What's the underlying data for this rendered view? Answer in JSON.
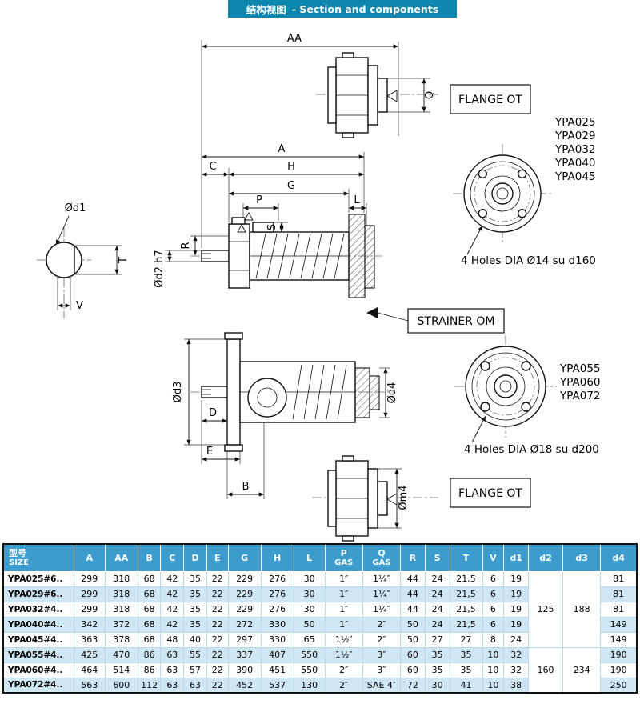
{
  "colors": {
    "banner": "#0e86ae",
    "table_header": "#3c9ccd",
    "row_alt": "#cfe6f3"
  },
  "header": {
    "title_cn": "结构视图",
    "title_en": "- Section and components"
  },
  "drawing": {
    "dims": {
      "aa": "AA",
      "a": "A",
      "c": "C",
      "h": "H",
      "g": "G",
      "p": "P",
      "l": "L",
      "q": "Q",
      "r": "R",
      "s": "S",
      "t": "T",
      "v": "V",
      "d": "D",
      "e": "E",
      "b": "B",
      "d1": "Ød1",
      "d2": "Ød2 h7",
      "d3": "Ød3",
      "d4": "Ød4",
      "m4": "Øm4"
    },
    "labels": {
      "flange_ot": "FLANGE OT",
      "strainer": "STRAINER OM",
      "holes_small": "4 Holes DIA Ø14 su d160",
      "holes_large": "4 Holes DIA Ø18 su d200"
    },
    "models_small": [
      "YPA025",
      "YPA029",
      "YPA032",
      "YPA040",
      "YPA045"
    ],
    "models_large": [
      "YPA055",
      "YPA060",
      "YPA072"
    ]
  },
  "table": {
    "headers": [
      {
        "t": "型号",
        "b": "SIZE"
      },
      {
        "t": "A"
      },
      {
        "t": "AA"
      },
      {
        "t": "B"
      },
      {
        "t": "C"
      },
      {
        "t": "D"
      },
      {
        "t": "E"
      },
      {
        "t": "G"
      },
      {
        "t": "H"
      },
      {
        "t": "L"
      },
      {
        "t": "P",
        "b": "GAS"
      },
      {
        "t": "Q",
        "b": "GAS"
      },
      {
        "t": "R"
      },
      {
        "t": "S"
      },
      {
        "t": "T"
      },
      {
        "t": "V"
      },
      {
        "t": "d1"
      },
      {
        "t": "d2"
      },
      {
        "t": "d3"
      },
      {
        "t": "d4"
      }
    ],
    "rows": [
      {
        "model": "YPA025#6..",
        "values": [
          "299",
          "318",
          "68",
          "42",
          "35",
          "22",
          "229",
          "276",
          "30",
          "1″",
          "1¼″",
          "44",
          "24",
          "21,5",
          "6",
          "19"
        ],
        "d4": "81"
      },
      {
        "model": "YPA029#6..",
        "values": [
          "299",
          "318",
          "68",
          "42",
          "35",
          "22",
          "229",
          "276",
          "30",
          "1″",
          "1¼″",
          "44",
          "24",
          "21,5",
          "6",
          "19"
        ],
        "d4": "81"
      },
      {
        "model": "YPA032#4..",
        "values": [
          "299",
          "318",
          "68",
          "42",
          "35",
          "22",
          "229",
          "276",
          "30",
          "1″",
          "1¼″",
          "44",
          "24",
          "21,5",
          "6",
          "19"
        ],
        "d4": "81"
      },
      {
        "model": "YPA040#4..",
        "values": [
          "342",
          "372",
          "68",
          "42",
          "35",
          "22",
          "272",
          "330",
          "50",
          "1″",
          "2″",
          "50",
          "24",
          "21,5",
          "6",
          "19"
        ],
        "d4": "149"
      },
      {
        "model": "YPA045#4..",
        "values": [
          "363",
          "378",
          "68",
          "48",
          "40",
          "22",
          "297",
          "330",
          "65",
          "1½″",
          "2″",
          "50",
          "27",
          "27",
          "8",
          "24"
        ],
        "d4": "149"
      },
      {
        "model": "YPA055#4..",
        "values": [
          "425",
          "470",
          "86",
          "63",
          "55",
          "22",
          "337",
          "407",
          "550",
          "1½″",
          "3″",
          "60",
          "35",
          "35",
          "10",
          "32"
        ],
        "d4": "190"
      },
      {
        "model": "YPA060#4..",
        "values": [
          "464",
          "514",
          "86",
          "63",
          "57",
          "22",
          "390",
          "451",
          "550",
          "2″",
          "3″",
          "60",
          "35",
          "35",
          "10",
          "32"
        ],
        "d4": "190"
      },
      {
        "model": "YPA072#4..",
        "values": [
          "563",
          "600",
          "112",
          "63",
          "63",
          "22",
          "452",
          "537",
          "130",
          "2″",
          "SAE 4″",
          "72",
          "30",
          "41",
          "10",
          "38"
        ],
        "d4": "250"
      }
    ],
    "merges": [
      {
        "col": "d2",
        "startRow": 0,
        "span": 5,
        "value": "125"
      },
      {
        "col": "d3",
        "startRow": 0,
        "span": 5,
        "value": "188"
      },
      {
        "col": "d2",
        "startRow": 5,
        "span": 3,
        "value": "160"
      },
      {
        "col": "d3",
        "startRow": 5,
        "span": 3,
        "value": "234"
      }
    ]
  }
}
